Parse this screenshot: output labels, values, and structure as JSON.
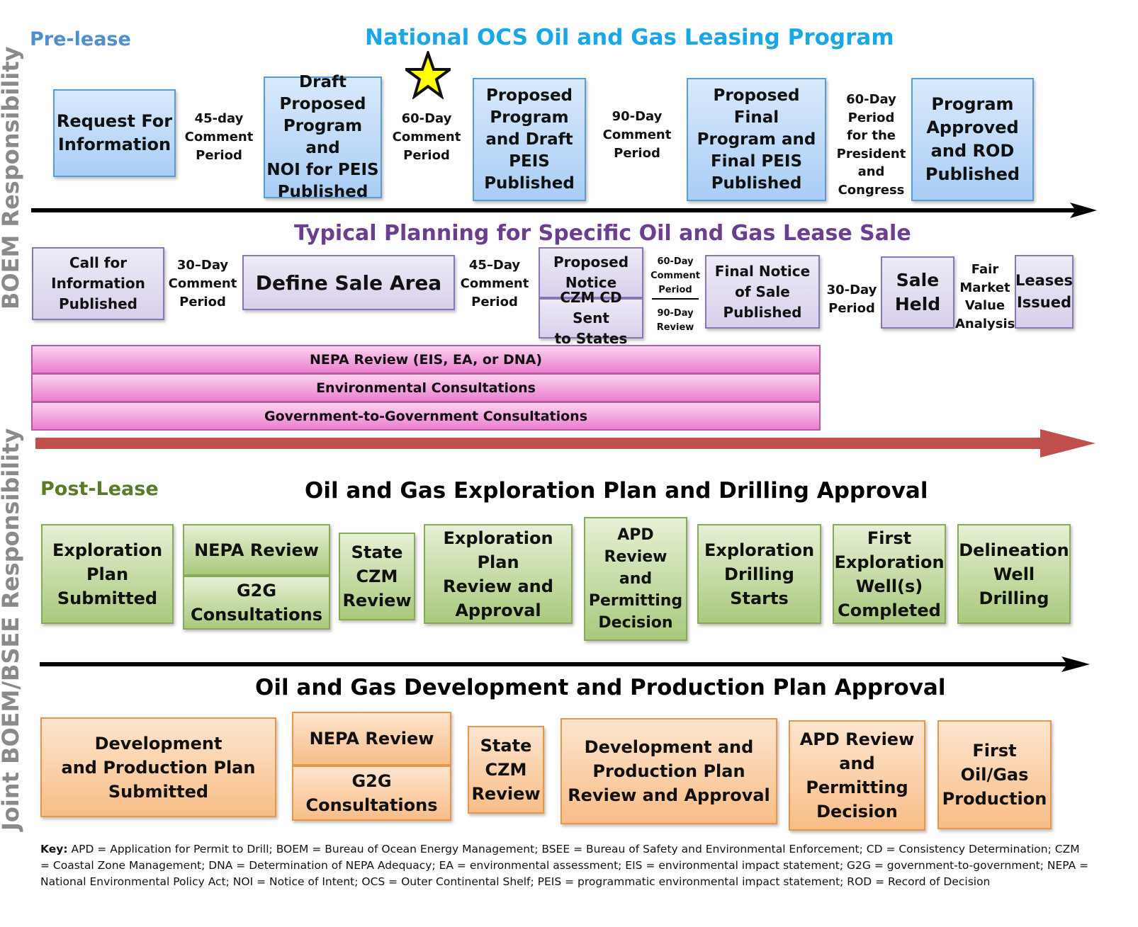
{
  "side_labels": {
    "top": "BOEM Responsibility",
    "bottom": "Joint BOEM/BSEE Responsibility"
  },
  "prelease": {
    "label": "Pre-lease",
    "title": "National OCS Oil and Gas Leasing Program",
    "steps": [
      "Request For\nInformation",
      "Draft\nProposed\nProgram and\nNOI for PEIS\nPublished",
      "Proposed\nProgram\nand Draft\nPEIS\nPublished",
      "Proposed\nFinal\nProgram and\nFinal PEIS\nPublished",
      "Program\nApproved\nand ROD\nPublished"
    ],
    "periods": [
      "45-day\nComment\nPeriod",
      "60-Day\nComment\nPeriod",
      "90-Day\nComment\nPeriod",
      "60-Day\nPeriod\nfor the\nPresident\nand\nCongress"
    ]
  },
  "lease_sale": {
    "title": "Typical Planning for Specific Oil and Gas Lease Sale",
    "steps": {
      "call": "Call for\nInformation\nPublished",
      "define": "Define Sale Area",
      "proposed": "Proposed\nNotice",
      "czm": "CZM CD Sent\nto States",
      "final": "Final Notice\nof Sale\nPublished",
      "held": "Sale\nHeld",
      "issued": "Leases\nIssued"
    },
    "periods": {
      "p30": "30–Day\nComment\nPeriod",
      "p45": "45–Day\nComment\nPeriod",
      "p60": "60-Day\nComment\nPeriod",
      "p90": "90-Day\nReview",
      "p30b": "30-Day\nPeriod",
      "fmv": "Fair\nMarket\nValue\nAnalysis"
    },
    "bars": [
      "NEPA Review (EIS, EA, or DNA)",
      "Environmental Consultations",
      "Government-to-Government Consultations"
    ]
  },
  "postlease": {
    "label": "Post-Lease",
    "title": "Oil and Gas Exploration Plan and Drilling Approval",
    "steps": {
      "submitted": "Exploration\nPlan\nSubmitted",
      "nepa": "NEPA Review",
      "g2g": "G2G\nConsultations",
      "czm": "State\nCZM\nReview",
      "review": "Exploration\nPlan\nReview and\nApproval",
      "apd": "APD\nReview\nand\nPermitting\nDecision",
      "drilling": "Exploration\nDrilling\nStarts",
      "first": "First\nExploration\nWell(s)\nCompleted",
      "delineation": "Delineation\nWell\nDrilling"
    }
  },
  "development": {
    "title": "Oil and Gas Development and Production Plan Approval",
    "steps": {
      "submitted": "Development\nand Production Plan\nSubmitted",
      "nepa": "NEPA Review",
      "g2g": "G2G\nConsultations",
      "czm": "State\nCZM\nReview",
      "review": "Development and\nProduction Plan\nReview and Approval",
      "apd": "APD Review\nand\nPermitting\nDecision",
      "first": "First\nOil/Gas\nProduction"
    }
  },
  "key": {
    "label": "Key:",
    "text": " APD = Application for Permit to Drill; BOEM = Bureau of Ocean Energy Management; BSEE = Bureau of Safety and Environmental Enforcement; CD = Consistency Determination; CZM = Coastal Zone Management; DNA = Determination of NEPA Adequacy; EA = environmental assessment; EIS = environmental impact statement; G2G = government-to-government; NEPA = National Environmental Policy Act; NOI = Notice of Intent; OCS = Outer Continental Shelf; PEIS = programmatic environmental impact statement; ROD = Record of Decision"
  },
  "colors": {
    "prelease_title": "#1aa7e6",
    "prelease_label": "#4f8fd0",
    "lease_title": "#6b3f8f",
    "postlease_label": "#5b7a2a",
    "red_arrow": "#c0504d",
    "star_fill": "#ffff00"
  },
  "icons": [
    "star-icon",
    "arrow-right-icon"
  ]
}
